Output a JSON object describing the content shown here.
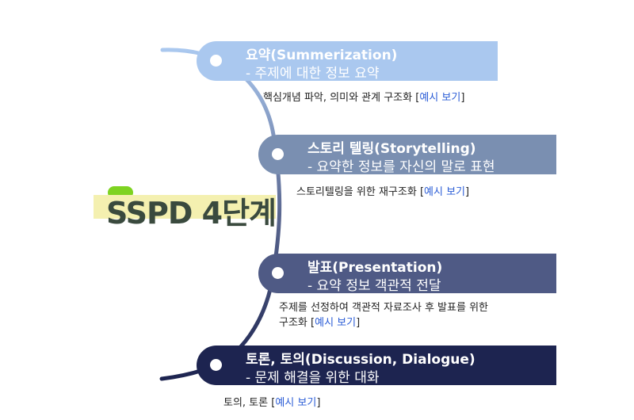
{
  "title": "SSPD 4단계",
  "steps": [
    {
      "heading": "요약(Summerization)",
      "subtitle": "- 주제에 대한 정보 요약",
      "description": "핵심개념 파악, 의미와 관계 구조화",
      "link_label": "예시 보기"
    },
    {
      "heading": "스토리 텔링(Storytelling)",
      "subtitle": "- 요약한 정보를 자신의 말로 표현",
      "description": "스토리텔링을 위한 재구조화",
      "link_label": "예시 보기"
    },
    {
      "heading": "발표(Presentation)",
      "subtitle": "- 요약 정보 객관적 전달",
      "description_line1": "주제를 선정하여 객관적 자료조사 후 발표를 위한",
      "description_line2": "구조화",
      "link_label": "예시 보기"
    },
    {
      "heading": "토론, 토의(Discussion, Dialogue)",
      "subtitle": "- 문제 해결을 위한 대화",
      "description": "토의, 토론",
      "link_label": "예시 보기"
    }
  ],
  "colors": {
    "step1": "#aac8ef",
    "step2": "#7a8fb1",
    "step3": "#4f5a85",
    "step4": "#1d2450"
  }
}
